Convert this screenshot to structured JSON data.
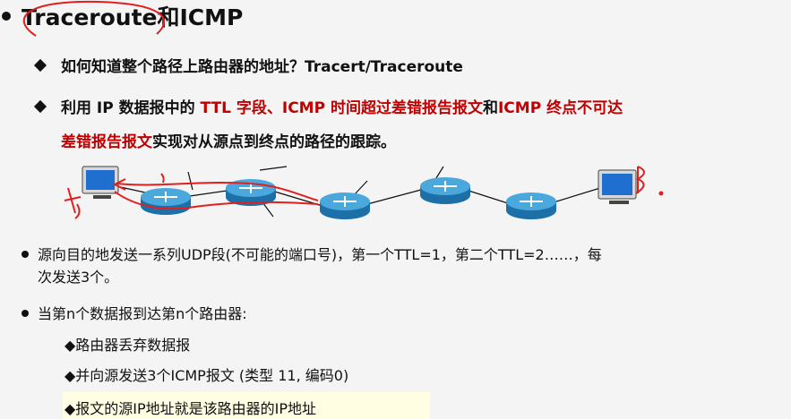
{
  "slide": {
    "title": "Traceroute和ICMP",
    "sub1": "如何知道整个路径上路由器的地址？Tracert/Traceroute",
    "sub2_line1": [
      {
        "t": "利用 IP 数据报中的 ",
        "c": "normal"
      },
      {
        "t": "TTL 字段、ICMP 时间超过差错报告报文",
        "c": "red"
      },
      {
        "t": "和",
        "c": "normal"
      },
      {
        "t": "ICMP 终点不可达",
        "c": "red"
      }
    ],
    "sub2_line2": [
      {
        "t": "差错报告报文",
        "c": "red"
      },
      {
        "t": "实现对从源点到终点的路径的跟踪。",
        "c": "normal"
      }
    ],
    "bullet1_line1": "源向目的地发送一系列UDP段(不可能的端口号)，第一个TTL=1，第二个TTL=2……，每",
    "bullet1_line2": "次发送3个。",
    "bullet2": "当第n个数据报到达第n个路由器:",
    "items": [
      "◆路由器丢弃数据报",
      "◆并向源发送3个ICMP报文 (类型 11, 编码0)",
      "◆报文的源IP地址就是该路由器的IP地址"
    ],
    "annotations": {
      "a": "A",
      "b": "B"
    }
  },
  "colors": {
    "red": "#c00000",
    "router": "#2e8bc7",
    "router_top": "#4aa8dc",
    "ink": "#e02020"
  }
}
